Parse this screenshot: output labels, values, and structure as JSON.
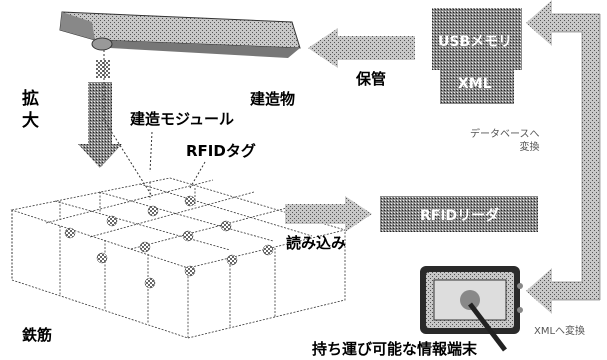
{
  "labels": {
    "building": "建造物",
    "storage": "保管",
    "expand": "拡大",
    "module": "建造モジュール",
    "rfid_tag": "RFIDタグ",
    "read": "読み込み",
    "rebar": "鉄筋",
    "terminal": "持ち運び可能な情報端末",
    "db_convert": "データベースへ\n変換",
    "xml_convert": "XMLへ変換"
  },
  "boxes": {
    "usb": "USBメモリ",
    "xml": "XML",
    "reader": "RFIDリーダ"
  },
  "colors": {
    "box_fill": "#9a9a9a",
    "arrow_fill": "#b5b5b5",
    "dark": "#333333"
  }
}
